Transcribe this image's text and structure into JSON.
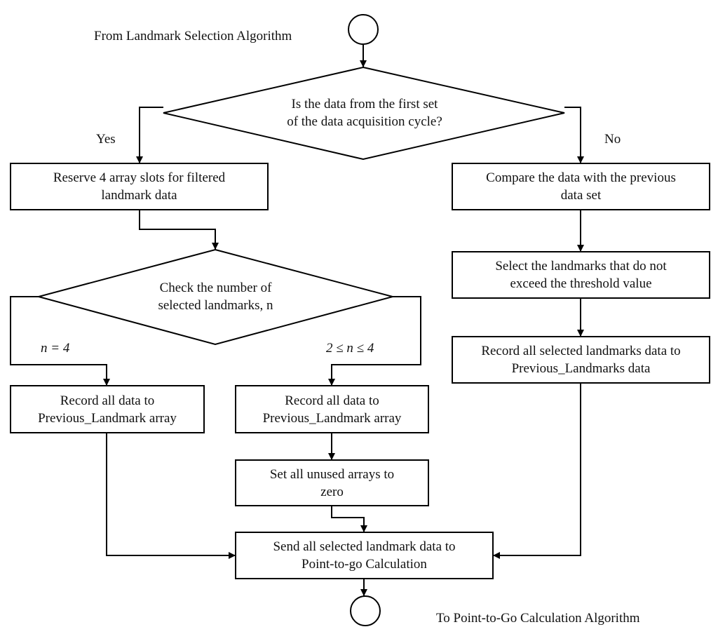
{
  "diagram": {
    "start_label": "From Landmark Selection Algorithm",
    "end_label": "To Point-to-Go Calculation Algorithm",
    "decision_first_set": "Is the data from the first set\nof the data acquisition cycle?",
    "branch_yes": "Yes",
    "branch_no": "No",
    "reserve_slots": "Reserve 4 array slots for filtered\nlandmark data",
    "check_number": "Check the number of\nselected landmarks, n",
    "branch_n_eq_4": "n = 4",
    "branch_n_range": "2 ≤ n ≤ 4",
    "record_left": "Record all data to\nPrevious_Landmark array",
    "record_mid": "Record all data to\nPrevious_Landmark array",
    "set_unused_zero": "Set all unused arrays to\nzero",
    "compare_previous": "Compare the data with the previous\ndata set",
    "select_threshold": "Select the landmarks that do not\nexceed the threshold value",
    "record_selected": "Record all selected landmarks data to\nPrevious_Landmarks data",
    "send_data": "Send all selected landmark data to\nPoint-to-go Calculation"
  }
}
